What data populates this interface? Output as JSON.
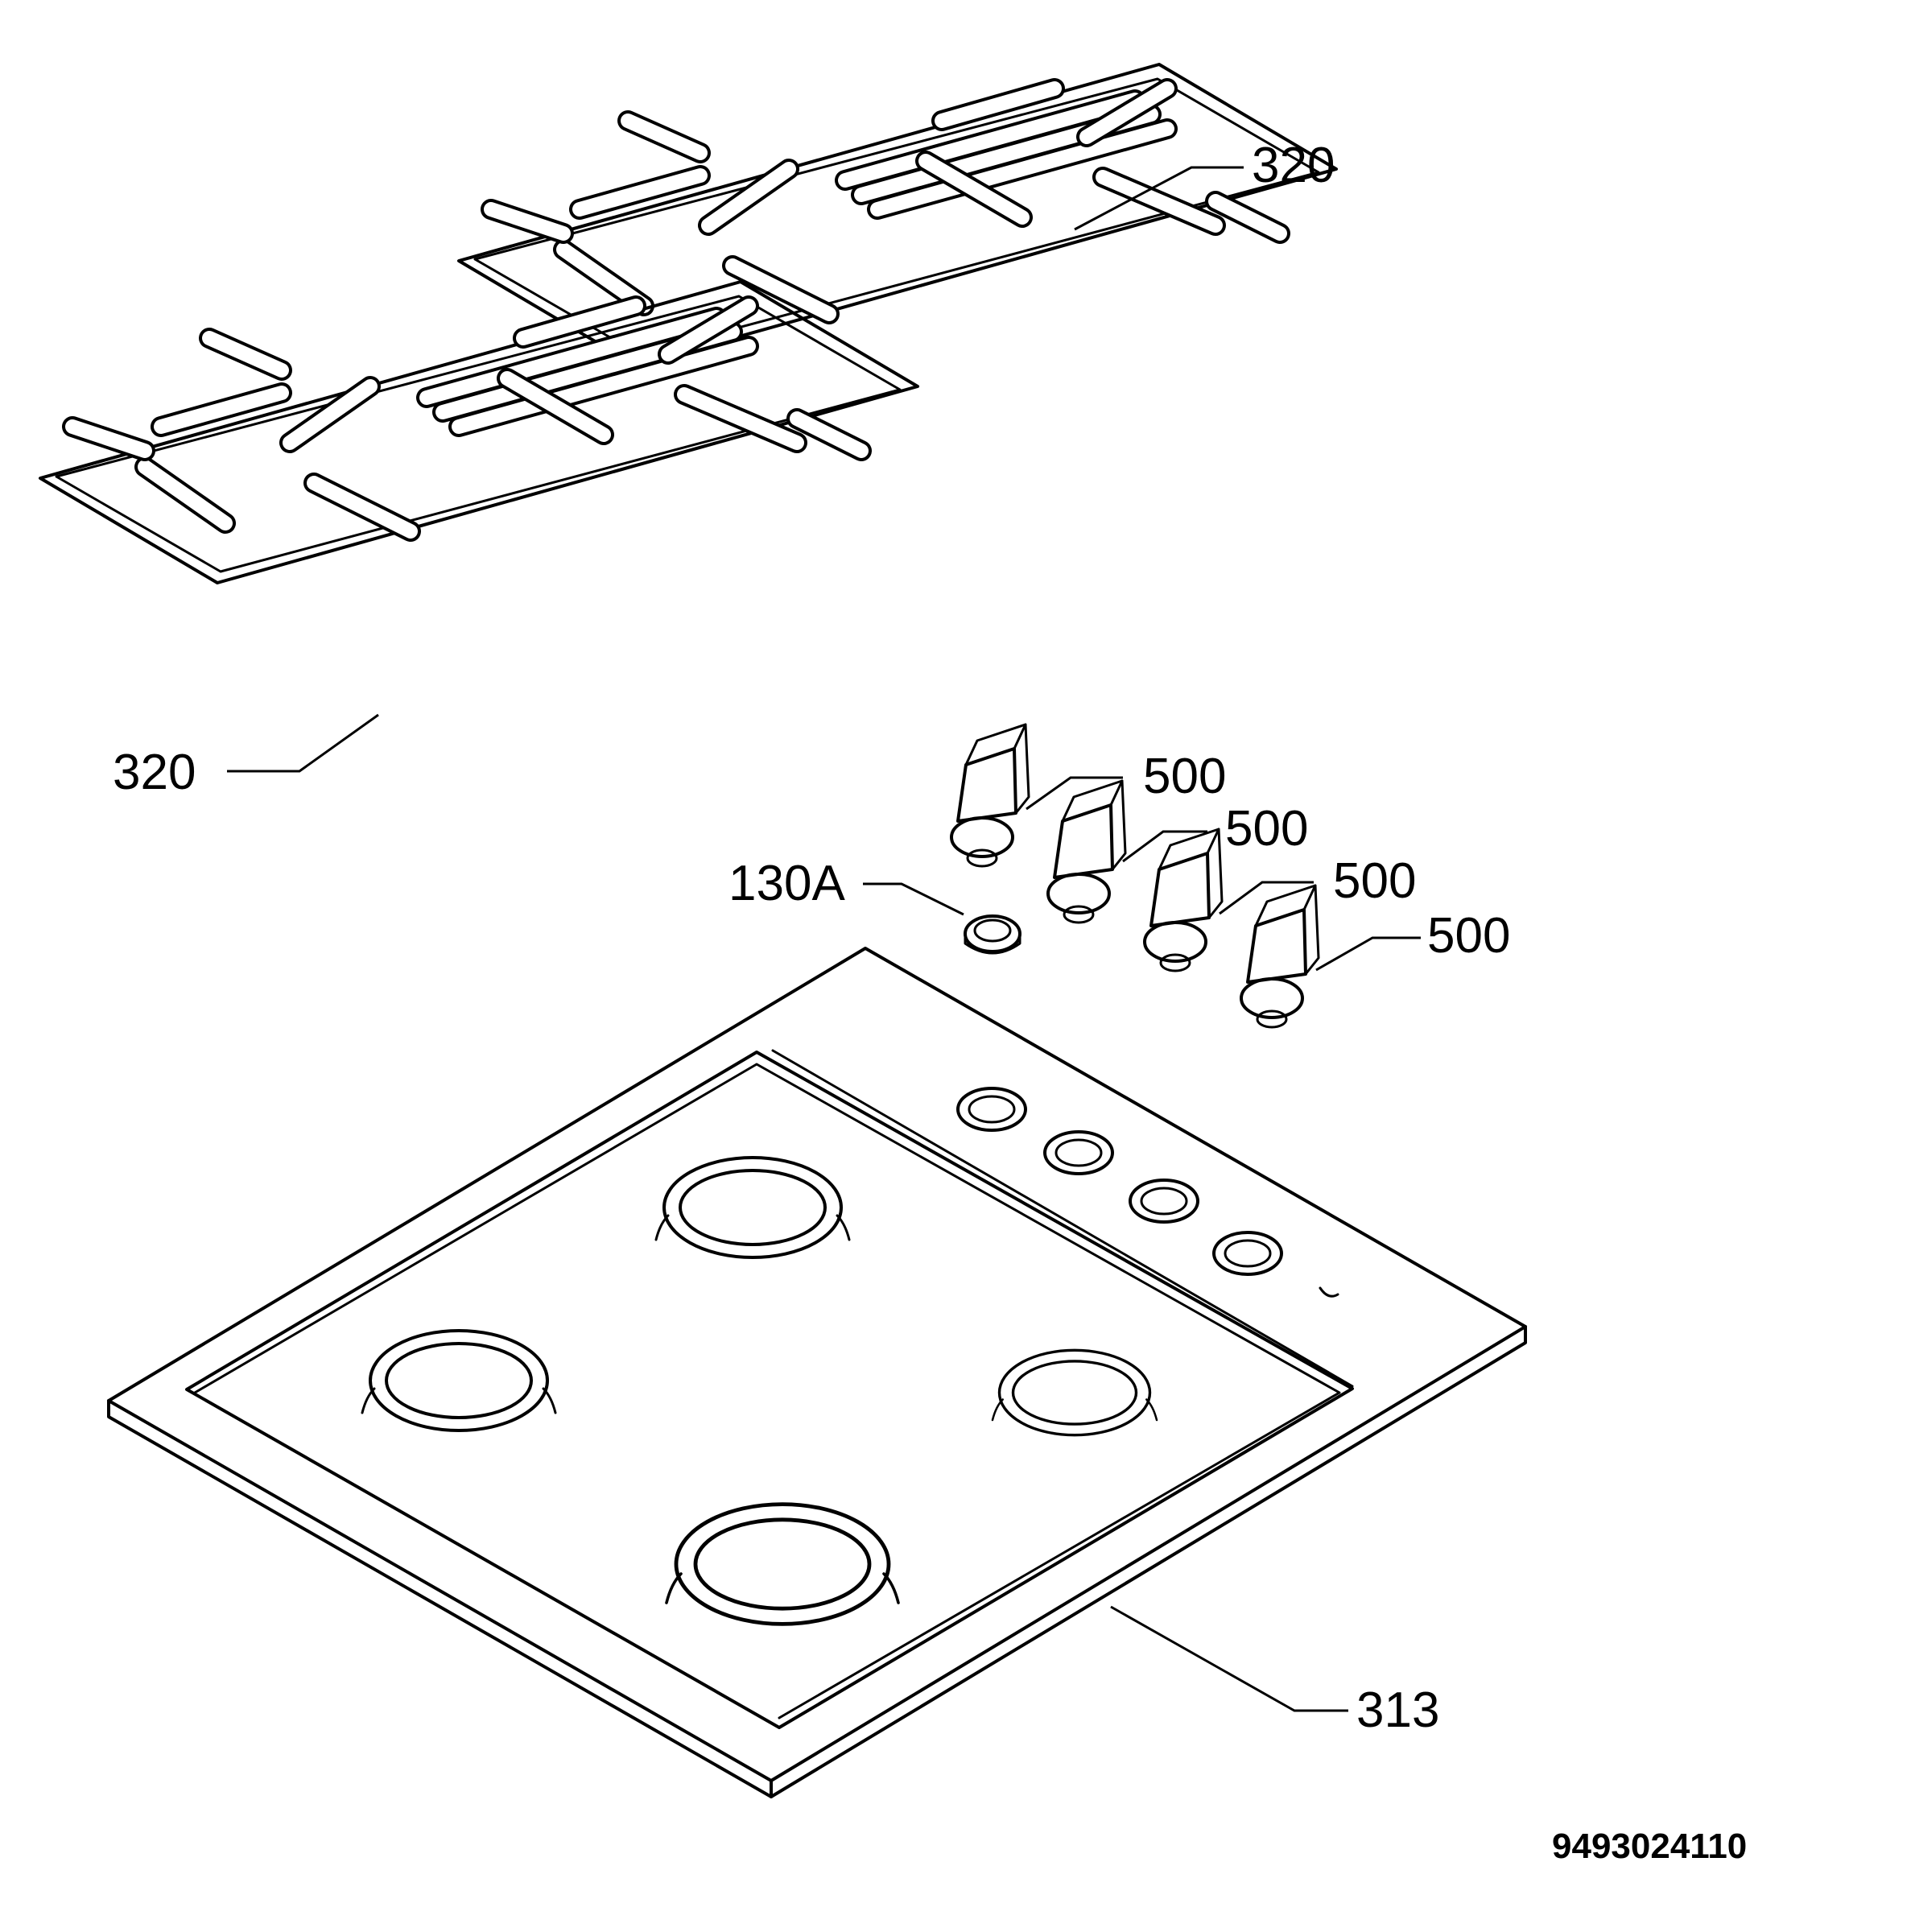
{
  "labels": {
    "grate_upper": "320",
    "grate_lower": "320",
    "knob_1": "500",
    "knob_2": "500",
    "knob_3": "500",
    "knob_4": "500",
    "ignition_button": "130A",
    "hob_top": "313"
  },
  "drawing_number": "9493024110"
}
